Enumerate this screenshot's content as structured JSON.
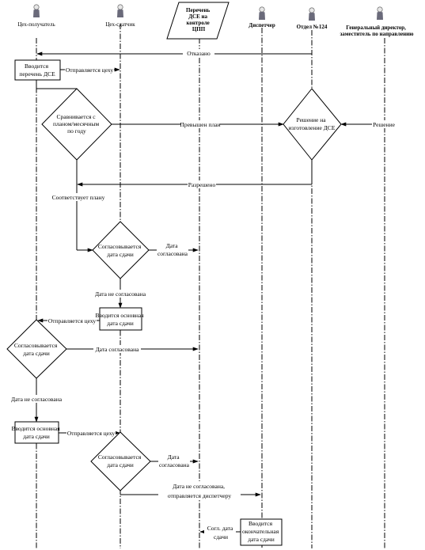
{
  "actors": [
    {
      "id": "sender",
      "label": "Цех-получатель"
    },
    {
      "id": "maker",
      "label": "Цех-сдатчик"
    },
    {
      "id": "list",
      "label_lines": [
        "Перечень",
        "ДСЕ на",
        "контроле",
        "ЦПП"
      ]
    },
    {
      "id": "dispatcher",
      "label": "Диспетчер"
    },
    {
      "id": "dept",
      "label": "Отдел №124"
    },
    {
      "id": "director",
      "label_lines": [
        "Генеральный директор,",
        "заместитель по направлению"
      ]
    }
  ],
  "nodes": {
    "n_vvod_perechen": {
      "lines": [
        "Вводится",
        "перечень ДСЕ"
      ]
    },
    "d_sravnivaetsya": {
      "lines": [
        "Сравнивается с",
        "планом/месячным",
        "по году"
      ]
    },
    "d_reshenie": {
      "lines": [
        "Решение на",
        "изготовление ДСЕ"
      ]
    },
    "d_soglas1": {
      "lines": [
        "Согласовывается",
        "дата сдачи"
      ]
    },
    "n_vvod_osnovnaya": {
      "lines": [
        "Вводится основная",
        "дата сдачи"
      ]
    },
    "d_soglas2": {
      "lines": [
        "Согласовывается",
        "дата сдачи"
      ]
    },
    "n_vvod_osnovnaya2": {
      "lines": [
        "Вводится основная",
        "дата сдачи"
      ]
    },
    "d_soglas3": {
      "lines": [
        "Согласовывается",
        "дата сдачи"
      ]
    },
    "n_vvod_okonch": {
      "lines": [
        "Вводится",
        "окончательная",
        "дата сдачи"
      ]
    }
  },
  "edges": {
    "e_otkazano": {
      "lines": [
        "Отказано"
      ]
    },
    "e_otpr_cehu1": {
      "lines": [
        "Отправляется цеху"
      ]
    },
    "e_prevyshen": {
      "lines": [
        "Превышен план"
      ]
    },
    "e_reshenie": {
      "lines": [
        "Решение"
      ]
    },
    "e_razresheno": {
      "lines": [
        "Разрешено"
      ]
    },
    "e_sootvetstvuet": {
      "lines": [
        "Соответствует плану"
      ]
    },
    "e_data_soglas1": {
      "lines": [
        "Дата",
        "согласована"
      ]
    },
    "e_data_ne_soglas1": {
      "lines": [
        "Дата не согласована"
      ]
    },
    "e_otpr_cehu2": {
      "lines": [
        "Отправляется цеху"
      ]
    },
    "e_data_soglas2": {
      "lines": [
        "Дата согласована"
      ]
    },
    "e_data_ne_soglas2": {
      "lines": [
        "Дата не согласована"
      ]
    },
    "e_otpr_cehu3": {
      "lines": [
        "Отправляется цеху"
      ]
    },
    "e_data_soglas3": {
      "lines": [
        "Дата",
        "согласована"
      ]
    },
    "e_data_ne_soglas3": {
      "lines": [
        "Дата не согласована,",
        "отправляется диспетчеру"
      ]
    },
    "e_soglas_final": {
      "lines": [
        "Согл. дата",
        "сдачи"
      ]
    }
  }
}
